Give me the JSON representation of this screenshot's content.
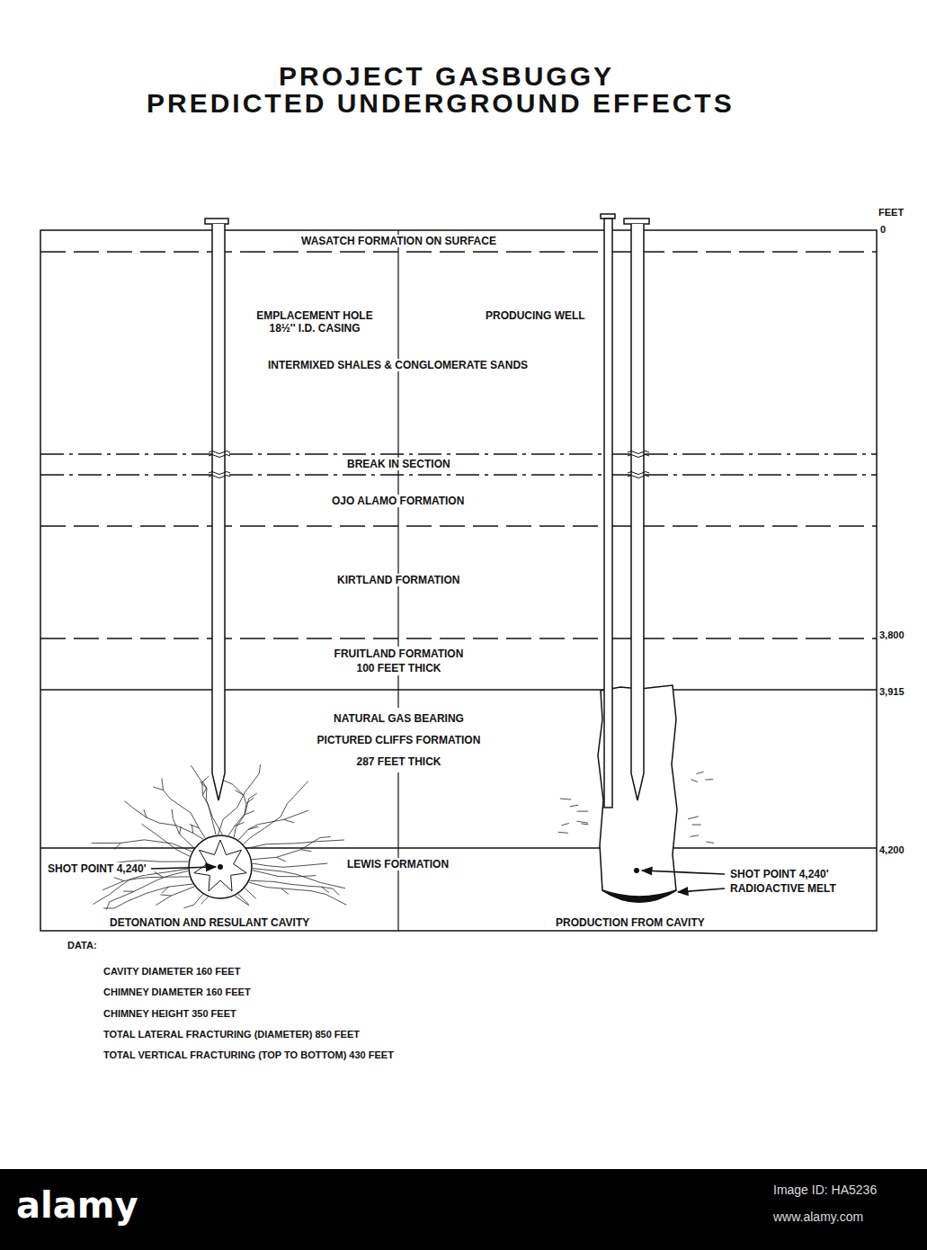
{
  "diagram": {
    "title": "PROJECT GASBUGGY PREDICTED UNDERGROUND EFFECTS",
    "nodes": [
      {
        "text": [
          "WASATCH FORMATION ON SURFACE"
        ]
      },
      {
        "text": [
          "INTERMIXED SHALES & CONGLOMERATE SANDS"
        ]
      },
      {
        "text": [
          "BREAK IN SECTION"
        ]
      },
      {
        "text": [
          "OJO ALAMO FORMATION"
        ]
      },
      {
        "text": [
          "KIRTLAND FORMATION"
        ]
      },
      {
        "text": [
          "FRUITLAND FORMATION 100 FEET THICK"
        ]
      },
      {
        "text": [
          "NATURAL GAS BEARING PICTURED CLIFFS FORMATION 287 FEET THICK"
        ]
      },
      {
        "text": [
          "LEWIS FORMATION"
        ]
      }
    ],
    "labels": [
      "FEET",
      "0",
      "3,800",
      "3,915",
      "4,200",
      "EMPLACEMENT HOLE 18½'' I.D. CASING",
      "PRODUCING WELL",
      "SHOT POINT 4,240'",
      "DETONATION AND RESULANT CAVITY",
      "SHOT POINT 4,240'",
      "RADIOACTIVE MELT",
      "PRODUCTION FROM CAVITY",
      "DATA:",
      "CAVITY DIAMETER 160 FEET",
      "CHIMNEY DIAMETER 160 FEET",
      "CHIMNEY HEIGHT 350 FEET",
      "TOTAL LATERAL FRACTURING (DIAMETER) 850 FEET",
      "TOTAL VERTICAL FRACTURING (TOP TO BOTTOM) 430 FEET",
      "alamy",
      "Image ID: HA5236",
      "www.alamy.com"
    ]
  }
}
